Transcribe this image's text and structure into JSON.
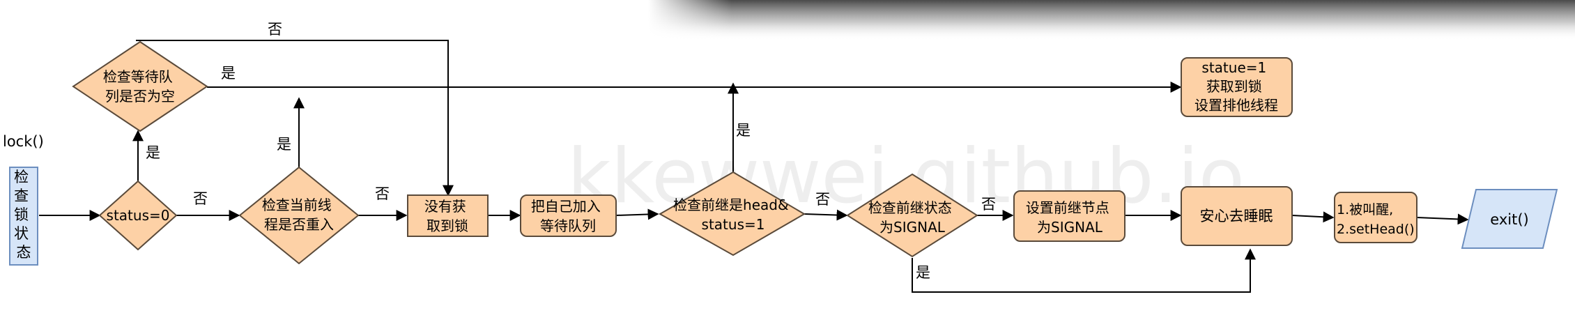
{
  "watermark": "kkewwei.github.io",
  "start_label": "lock()",
  "colors": {
    "node_fill": "#fdd1a6",
    "node_stroke": "#5a4a3a",
    "blue_fill": "#d6e5f8",
    "blue_stroke": "#6c8ebf",
    "edge": "#000000",
    "text": "#000000",
    "watermark": "#eeeeee"
  },
  "nodes": {
    "check_lock": [
      "检",
      "查",
      "锁",
      "状",
      "态"
    ],
    "status0": [
      "status=0"
    ],
    "check_queue": [
      "检查等待队",
      "列是否为空"
    ],
    "check_reentry": [
      "检查当前线",
      "程是否重入"
    ],
    "not_acquired": [
      "没有获",
      "取到锁"
    ],
    "add_queue": [
      "把自己加入",
      "等待队列"
    ],
    "check_pred_head": [
      "检查前继是head&",
      "status=1"
    ],
    "check_pred_signal": [
      "检查前继状态",
      "为SIGNAL"
    ],
    "set_pred_signal": [
      "设置前继节点",
      "为SIGNAL"
    ],
    "sleep": [
      "安心去睡眠"
    ],
    "wake": [
      "1.被叫醒,",
      "2.setHead()"
    ],
    "exit": [
      "exit()"
    ],
    "acquired": [
      "statue=1",
      "获取到锁",
      "设置排他线程"
    ]
  },
  "edge_labels": {
    "status0_yes": "是",
    "status0_no": "否",
    "queue_yes": "是",
    "queue_no": "否",
    "reentry_yes": "是",
    "reentry_no": "否",
    "head_yes": "是",
    "head_no": "否",
    "signal_no": "否",
    "signal_yes": "是"
  }
}
